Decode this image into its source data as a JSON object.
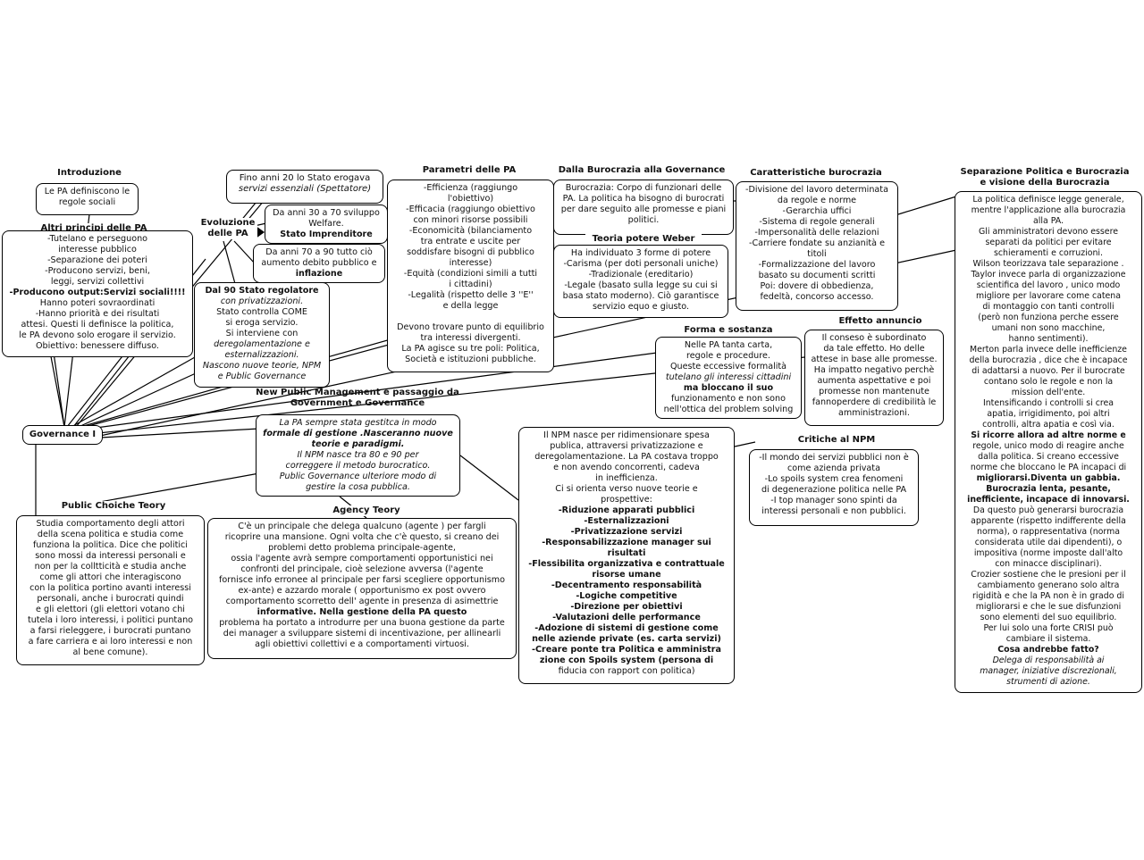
{
  "nodes": {
    "root": {
      "label": "Governance I"
    },
    "introduzione": {
      "title": "Introduzione",
      "lines": [
        "Le PA definiscono le",
        "regole sociali"
      ]
    },
    "altri_principi": {
      "title": "Altri principi delle PA",
      "lines": [
        "-Tutelano e perseguono",
        "interesse pubblico",
        "-Separazione dei poteri",
        "-Producono servizi, beni,",
        "leggi, servizi collettivi",
        "-Producono output:Servizi sociali!!!!",
        "Hanno poteri sovraordinati",
        "-Hanno priorità e dei risultati",
        "attesi. Questi li definisce la politica,",
        "le PA devono solo erogare il servizio.",
        "Obiettivo: benessere diffuso."
      ]
    },
    "evoluzione": {
      "title": "Evoluzione delle PA",
      "title_lines": [
        "Evoluzione",
        "delle PA"
      ]
    },
    "fino_anni_20": {
      "lines": [
        "Fino anni 20 lo Stato erogava",
        "servizi essenziali  (Spettatore)"
      ]
    },
    "anni_30_70": {
      "lines": [
        "Da anni 30 a 70 sviluppo",
        "Welfare.",
        "Stato Imprenditore"
      ]
    },
    "anni_70_90": {
      "lines": [
        "Da anni 70 a 90 tutto ciò",
        "aumento debito pubblico e",
        "inflazione"
      ]
    },
    "dal_90": {
      "lines": [
        "Dal 90 Stato regolatore",
        "con privatizzazioni.",
        "Stato controlla COME",
        "si eroga servizio.",
        "Si interviene con",
        "deregolamentazione e",
        "esternalizzazioni.",
        "Nascono nuove teorie, NPM",
        "e Public Governance"
      ]
    },
    "parametri": {
      "title": "Parametri delle PA",
      "lines": [
        "-Efficienza (raggiungo",
        "l'obiettivo)",
        "-Efficacia (raggiungo obiettivo",
        "con minori risorse possibili",
        "-Economicità (bilanciamento",
        "tra entrate e uscite per",
        "soddisfare bisogni di pubblico",
        "interesse)",
        "-Equità (condizioni simili a tutti",
        "i cittadini)",
        "-Legalità (rispetto delle 3 ''E''",
        "e della legge",
        "",
        "Devono trovare punto di equilibrio",
        "tra interessi divergenti.",
        "La PA agisce su tre poli: Politica,",
        "Società e istituzioni pubbliche."
      ]
    },
    "burocrazia_governance": {
      "title": "Dalla Burocrazia alla Governance",
      "lines": [
        "Burocrazia: Corpo di funzionari delle",
        "PA. La politica ha bisogno di burocrati",
        "per dare seguito alle promesse e piani",
        "politici."
      ]
    },
    "weber": {
      "title": "Teoria potere Weber",
      "lines": [
        "Ha individuato 3 forme di potere",
        "-Carisma (per doti personali uniche)",
        "-Tradizionale (ereditario)",
        "-Legale (basato sulla legge su cui si",
        "basa stato moderno). Ciò garantisce",
        "servizio equo e giusto."
      ]
    },
    "caratteristiche": {
      "title": "Caratteristiche burocrazia",
      "lines": [
        "-Divisione del lavoro determinata",
        "da regole e norme",
        "-Gerarchia uffici",
        "-Sistema di regole generali",
        "-Impersonalità delle relazioni",
        "-Carriere fondate su anzianità e",
        "titoli",
        "-Formalizzazione del lavoro",
        "basato su documenti scritti",
        "Poi: dovere di obbedienza,",
        "fedeltà, concorso accesso."
      ]
    },
    "separazione": {
      "title_lines": [
        "Separazione Politica e Burocrazia",
        "e visione della Burocrazia"
      ],
      "lines": [
        "La politica definisce legge generale,",
        "mentre l'applicazione alla burocrazia",
        "alla PA.",
        "Gli amministratori devono essere",
        "separati da politici per evitare",
        "schieramenti e corruzioni.",
        "Wilson teorizzava tale separazione .",
        "Taylor invece parla di organizzazione",
        "scientifica del lavoro , unico modo",
        "migliore per lavorare come catena",
        "di montaggio con tanti controlli",
        "(però non funziona perche essere",
        "umani non sono macchine,",
        "hanno sentimenti).",
        "Merton parla invece delle inefficienze",
        "della burocrazia , dice che è incapace",
        "di adattarsi a nuovo. Per il burocrate",
        "contano solo le regole e non la",
        "mission dell'ente.",
        "Intensificando i controlli si crea",
        "apatia, irrigidimento, poi altri",
        "controlli, altra apatia e così via.",
        "Si ricorre allora ad altre norme e",
        "regole, unico modo di reagire anche",
        "dalla politica. Si creano eccessive",
        "norme che bloccano le PA incapaci di",
        "migliorarsi.Diventa un gabbia.",
        "Burocrazia lenta, pesante,",
        "inefficiente, incapace di innovarsi.",
        "Da questo può generarsi burocrazia",
        "apparente (rispetto indifferente della",
        "norma), o rappresentativa (norma",
        "considerata utile dai dipendenti), o",
        "impositiva (norme imposte dall'alto",
        "con minacce disciplinari).",
        "Crozier sostiene che le presioni per il",
        "cambiamento generano solo altra",
        "rigidità e che la PA non è in grado di",
        "migliorarsi e che le sue disfunzioni",
        "sono elementi del suo equilibrio.",
        "Per lui solo una forte CRISI può",
        "cambiare il sistema.",
        "Cosa andrebbe fatto?",
        "Delega di responsabilità ai",
        "manager, iniziative discrezionali,",
        "strumenti di azione."
      ]
    },
    "forma_sostanza": {
      "title": "Forma e sostanza",
      "lines": [
        "Nelle PA tanta carta,",
        "regole e procedure.",
        "Queste eccessive formalità",
        "tutelano gli interessi cittadini",
        "ma bloccano il suo",
        "funzionamento e non sono",
        "nell'ottica del problem solving"
      ]
    },
    "effetto_annuncio": {
      "title": "Effetto annuncio",
      "lines": [
        "Il conseso è subordinato",
        "da tale effetto. Ho delle",
        "attese in base alle promesse.",
        "Ha impatto negativo perchè",
        "aumenta aspettative e poi",
        "promesse non mantenute",
        "fannoperdere di credibilità le",
        "amministrazioni."
      ]
    },
    "npm_passaggio": {
      "title_lines": [
        "New Public Management e passaggio da",
        "Government e Governance"
      ],
      "lines": [
        "La PA sempre stata gestitca in modo",
        "formale di gestione .Nasceranno  nuove",
        "teorie e paradigmi.",
        "Il  NPM  nasce tra 80 e 90 per",
        "correggere il metodo burocratico.",
        "Public Governance  ulteriore modo di",
        "gestire la cosa pubblica."
      ]
    },
    "npm_dettaglio": {
      "lines": [
        "Il NPM nasce per ridimensionare spesa",
        "publica, attraversi privatizzazione e",
        "deregolamentazione. La PA costava troppo",
        "e non avendo concorrenti, cadeva",
        "in inefficienza.",
        "Ci si orienta verso nuove teorie e",
        "prospettive:",
        "-Riduzione apparati pubblici",
        "-Esternalizzazioni",
        "-Privatizzazione servizi",
        "-Responsabilizzazione manager sui",
        "risultati",
        "-Flessibilita organizzativa e contrattuale",
        "risorse umane",
        "-Decentramento responsabilità",
        "-Logiche competitive",
        "-Direzione per obiettivi",
        "-Valutazioni delle performance",
        "-Adozione di sistemi di gestione come",
        "nelle aziende private (es. carta servizi)",
        "-Creare ponte tra Politica e amministra",
        "zione con Spoils system (persona di",
        "fiducia con rapport con politica)"
      ]
    },
    "critiche_npm": {
      "title": "Critiche al NPM",
      "lines": [
        "-Il mondo dei servizi pubblici non è",
        "come azienda privata",
        "-Lo spoils system crea fenomeni",
        "di degenerazione politica nelle PA",
        "-I top manager sono spinti da",
        "interessi personali e non pubblici."
      ]
    },
    "public_choice": {
      "title": "Public Choiche Teory",
      "lines": [
        "Studia comportamento degli attori",
        "della scena politica e studia come",
        "funziona la politica. Dice che politici",
        "sono mossi da interessi personali e",
        "non per la colltticità e studia anche",
        "come gli attori che interagiscono",
        "con la politica portino avanti interessi",
        "personali, anche i burocrati quindi",
        "e gli elettori (gli elettori votano chi",
        "tutela i loro interessi, i politici puntano",
        "a farsi rieleggere, i burocrati puntano",
        "a fare carriera e ai loro interessi e non",
        "al bene comune)."
      ]
    },
    "agency": {
      "title": "Agency Teory",
      "lines": [
        "C'è un principale che delega qualcuno (agente ) per fargli",
        "ricoprire una mansione. Ogni volta che c'è questo, si creano dei",
        "problemi detto  problema principale-agente,",
        "ossia l'agente avrà sempre  comportamenti opportunistici nei",
        "confronti del principale, cioè selezione avversa (l'agente",
        "fornisce info erronee al principale per farsi scegliere opportunismo",
        "ex-ante) e azzardo morale ( opportunismo ex post ovvero",
        "comportamento scorretto dell' agente in presenza di asimettrie",
        "informative. Nella gestione della PA questo",
        "problema ha portato a introdurre per una buona gestione da parte",
        "dei manager a sviluppare sistemi di incentivazione, per allinearli",
        "agli obiettivi collettivi e a  comportamenti virtuosi."
      ]
    }
  }
}
